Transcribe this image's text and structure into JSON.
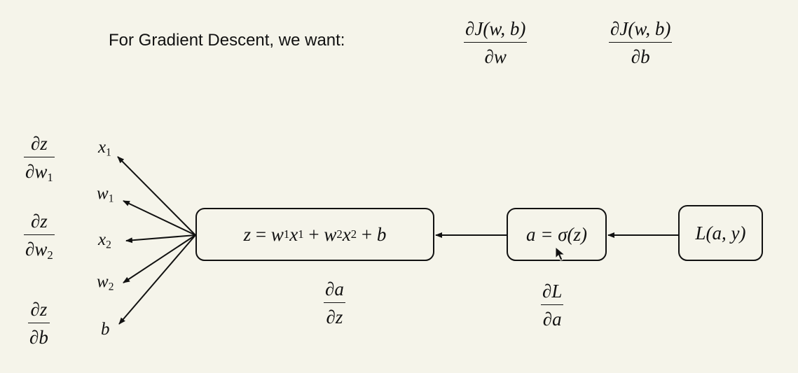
{
  "heading": "For Gradient Descent, we want:",
  "targets": [
    {
      "num": "∂J(w, b)",
      "den": "∂w"
    },
    {
      "num": "∂J(w, b)",
      "den": "∂b"
    }
  ],
  "left_derivs": [
    {
      "num": "∂z",
      "den": "∂w",
      "sub": "1"
    },
    {
      "num": "∂z",
      "den": "∂w",
      "sub": "2"
    },
    {
      "num": "∂z",
      "den": "∂b",
      "sub": ""
    }
  ],
  "inputs": [
    {
      "base": "x",
      "sub": "1"
    },
    {
      "base": "w",
      "sub": "1"
    },
    {
      "base": "x",
      "sub": "2"
    },
    {
      "base": "w",
      "sub": "2"
    },
    {
      "base": "b",
      "sub": ""
    }
  ],
  "nodes": {
    "z": {
      "lhs": "z",
      "eq": "=",
      "t1": "w",
      "t1s": "1",
      "t2": "x",
      "t2s": "1",
      "plus1": "+",
      "t3": "w",
      "t3s": "2",
      "t4": "x",
      "t4s": "2",
      "plus2": "+",
      "t5": "b"
    },
    "a": "a = σ(z)",
    "L": "L(a, y)"
  },
  "lower_derivs": [
    {
      "num": "∂a",
      "den": "∂z"
    },
    {
      "num": "∂L",
      "den": "∂a"
    }
  ]
}
